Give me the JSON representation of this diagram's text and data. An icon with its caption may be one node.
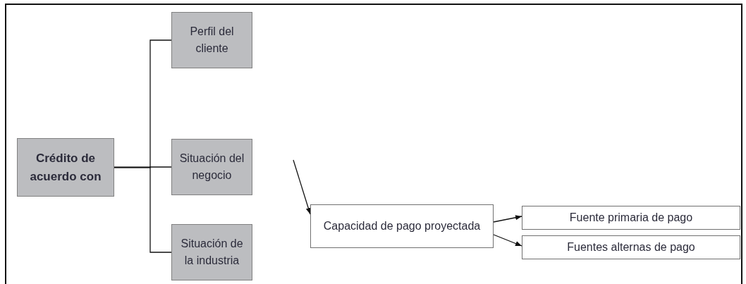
{
  "diagram": {
    "nodes": [
      {
        "text": [
          "Crédito de acuerdo con"
        ]
      },
      {
        "text": [
          "Perfil del cliente"
        ]
      },
      {
        "text": [
          "Situación del negocio"
        ]
      },
      {
        "text": [
          "Situación de la industria"
        ]
      },
      {
        "text": [
          "Capacidad de pago proyectada"
        ]
      },
      {
        "text": [
          "Fuente primaria de pago"
        ]
      },
      {
        "text": [
          "Fuentes alternas de pago"
        ]
      }
    ],
    "edges": [
      {
        "from": 0,
        "to": 1,
        "arrow": "none"
      },
      {
        "from": 0,
        "to": 2,
        "arrow": "none"
      },
      {
        "from": 0,
        "to": 3,
        "arrow": "none"
      },
      {
        "from": 2,
        "to": 4,
        "arrow": "to"
      },
      {
        "from": 4,
        "to": 5,
        "arrow": "to"
      },
      {
        "from": 4,
        "to": 6,
        "arrow": "to"
      }
    ]
  }
}
